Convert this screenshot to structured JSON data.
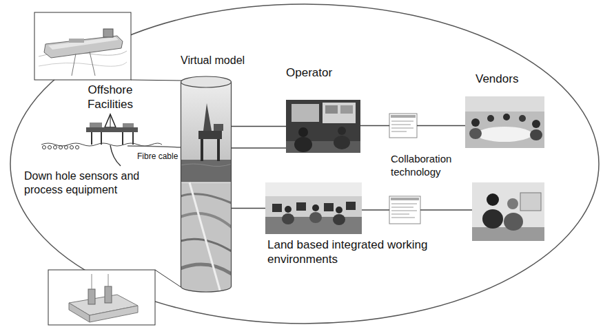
{
  "diagram": {
    "nodes": [
      {
        "text": [
          "Virtual model"
        ]
      },
      {
        "text": [
          "Operator"
        ]
      },
      {
        "text": [
          "Land based integrated working environments"
        ]
      },
      {
        "text": [
          "Collaboration technology"
        ]
      },
      {
        "text": [
          "Vendors"
        ]
      }
    ],
    "edges": [
      {
        "from": 0,
        "to": 1,
        "arrow": "none"
      },
      {
        "from": 0,
        "to": 2,
        "arrow": "none"
      },
      {
        "from": 1,
        "to": 3,
        "arrow": "none"
      },
      {
        "from": 3,
        "to": 4,
        "arrow": "none"
      }
    ],
    "labels": [
      "Offshore Facilities",
      "Fibre cable",
      "Down hole sensors and process equipment"
    ]
  }
}
